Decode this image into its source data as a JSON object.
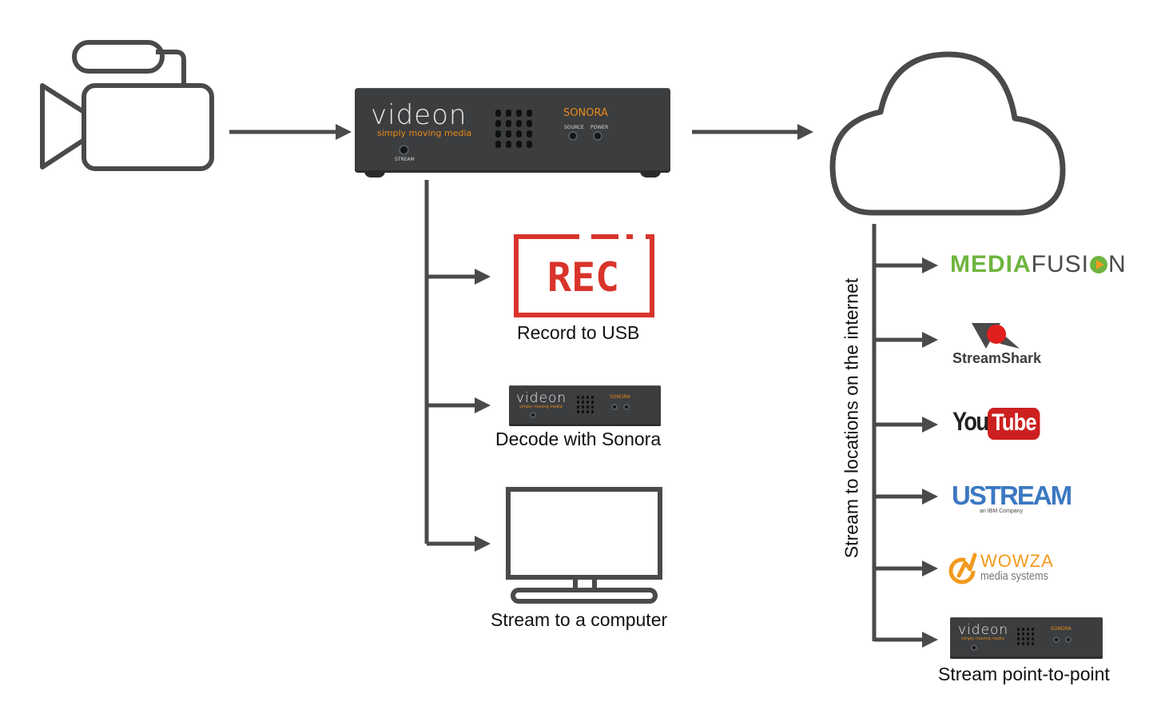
{
  "main_device": {
    "brand": "videon",
    "tagline": "simply moving media",
    "model": "SONORA",
    "source_label": "SOURCE",
    "power_label": "POWER",
    "stream_label": "STREAM"
  },
  "outputs": {
    "rec_icon_text": "REC",
    "record_label": "Record to USB",
    "decode_label": "Decode with Sonora",
    "computer_label": "Stream to a computer"
  },
  "internet": {
    "vertical_label": "Stream to locations on the internet",
    "mediafusion_a": "MEDIA",
    "mediafusion_b": "FUSI",
    "mediafusion_c": "N",
    "streamshark": "StreamShark",
    "youtube_you": "You",
    "youtube_tube": "Tube",
    "ustream": "USTREAM",
    "ustream_sub": "an IBM Company",
    "wowza": "WOWZA",
    "wowza_sub": "media systems",
    "p2p_label": "Stream point-to-point"
  },
  "colors": {
    "line": "#4a4a4a",
    "rec_red": "#d9342b",
    "device_body": "#3b3d3f",
    "sonora_orange": "#e88a1a",
    "mediafusion_green": "#6fb43f",
    "youtube_red": "#cc1f1f",
    "ustream_blue": "#3b78c2",
    "wowza_orange": "#f29a1e"
  }
}
